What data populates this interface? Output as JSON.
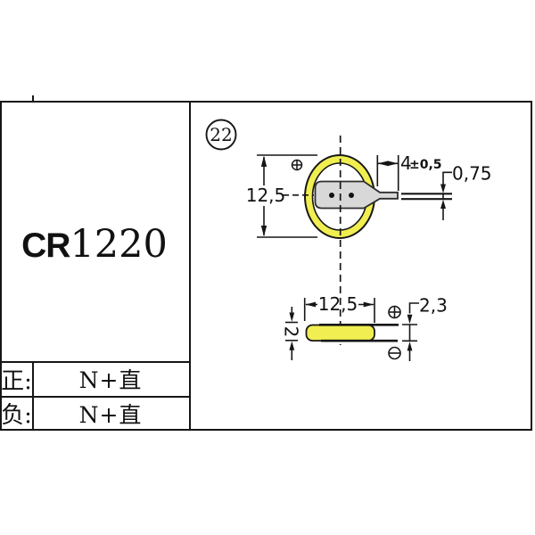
{
  "product": {
    "model_prefix": "CR",
    "model_number": "1220"
  },
  "spec_table": {
    "rows": [
      {
        "label": "正:",
        "value": "N+直"
      },
      {
        "label": "负:",
        "value": "N+直"
      }
    ]
  },
  "diagram": {
    "figure_number": "22",
    "dims": {
      "top_diameter": "12,5",
      "pin_length": "4",
      "pin_length_tol": "±0,5",
      "pin_thickness": "0,75",
      "side_diameter": "12,5",
      "body_height": "2",
      "pin_spacing": "2,3"
    },
    "icons": {
      "positive_terminal": "plus-in-circle",
      "negative_terminal": "minus-in-circle"
    },
    "colors": {
      "battery_yellow": "#f0ee50",
      "tab_gray": "#d8d8d8",
      "line": "#161616"
    }
  }
}
